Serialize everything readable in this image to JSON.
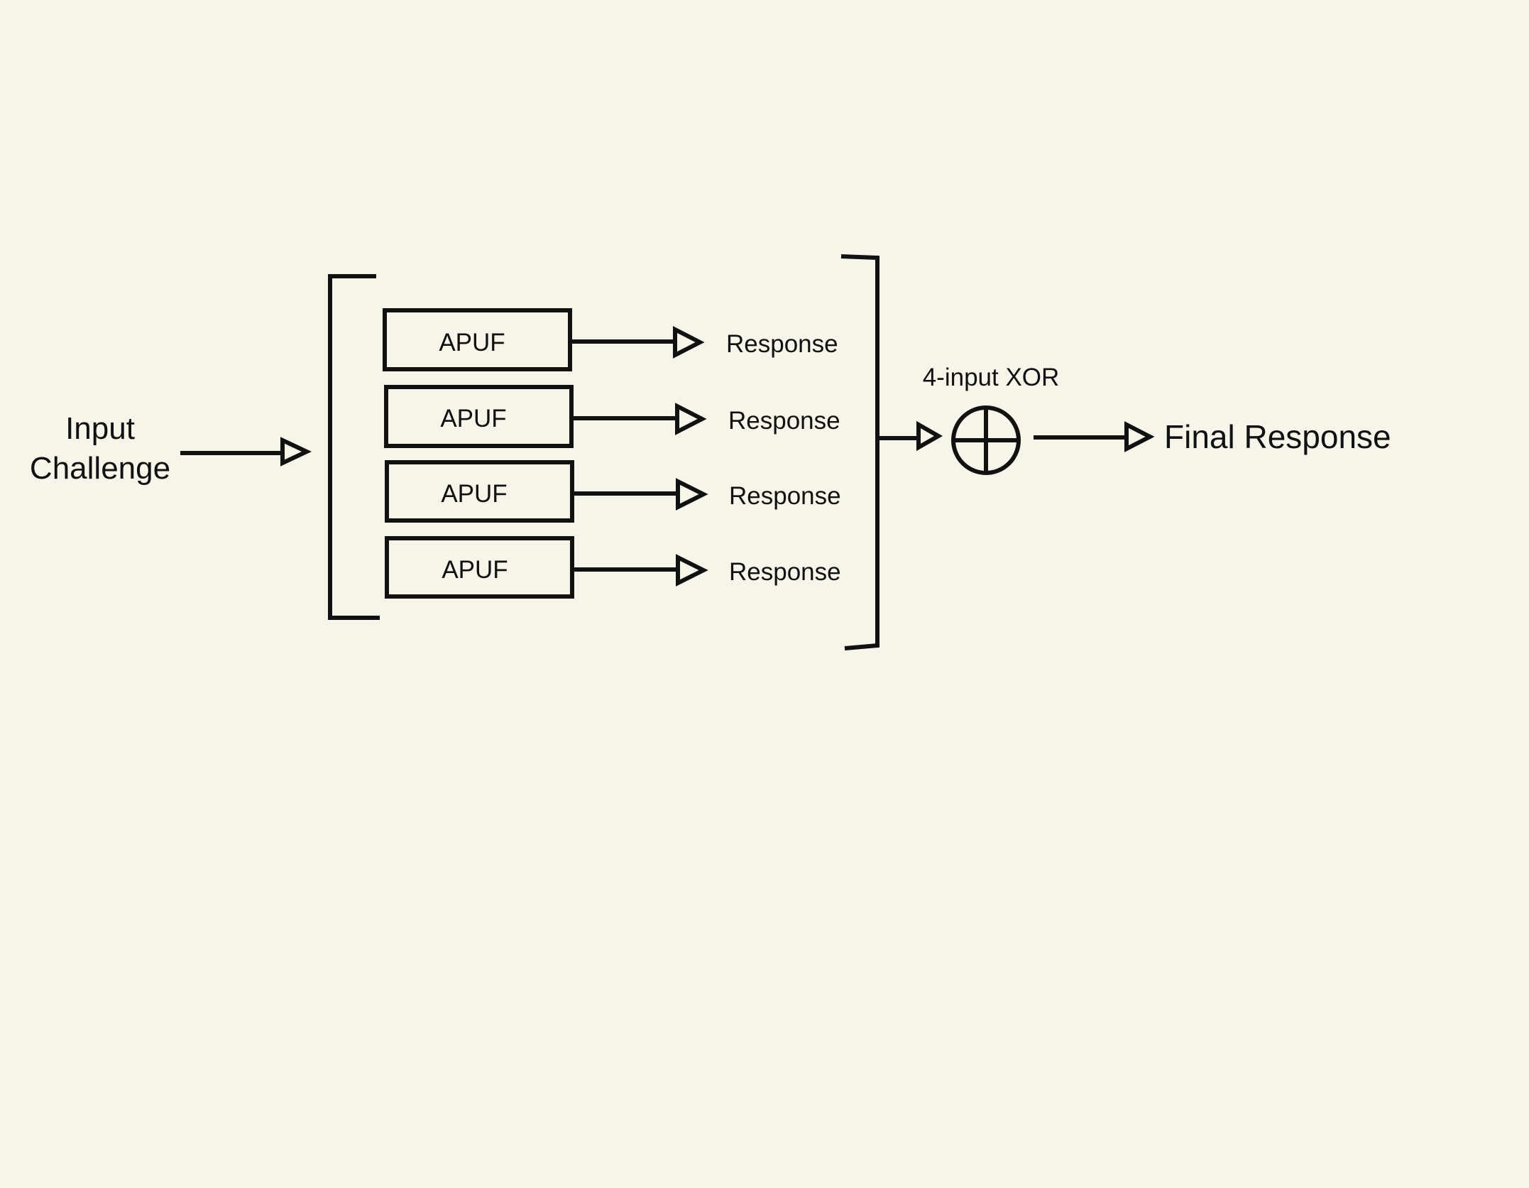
{
  "colors": {
    "background": "#f7f5ea",
    "stroke": "#111111",
    "text": "#111111"
  },
  "input": {
    "line1": "Input",
    "line2": "Challenge"
  },
  "apuf_blocks": [
    {
      "label": "APUF",
      "output": "Response"
    },
    {
      "label": "APUF",
      "output": "Response"
    },
    {
      "label": "APUF",
      "output": "Response"
    },
    {
      "label": "APUF",
      "output": "Response"
    }
  ],
  "xor": {
    "label": "4-input XOR",
    "symbol": "xor-circle-plus-icon"
  },
  "output": {
    "label": "Final Response"
  }
}
